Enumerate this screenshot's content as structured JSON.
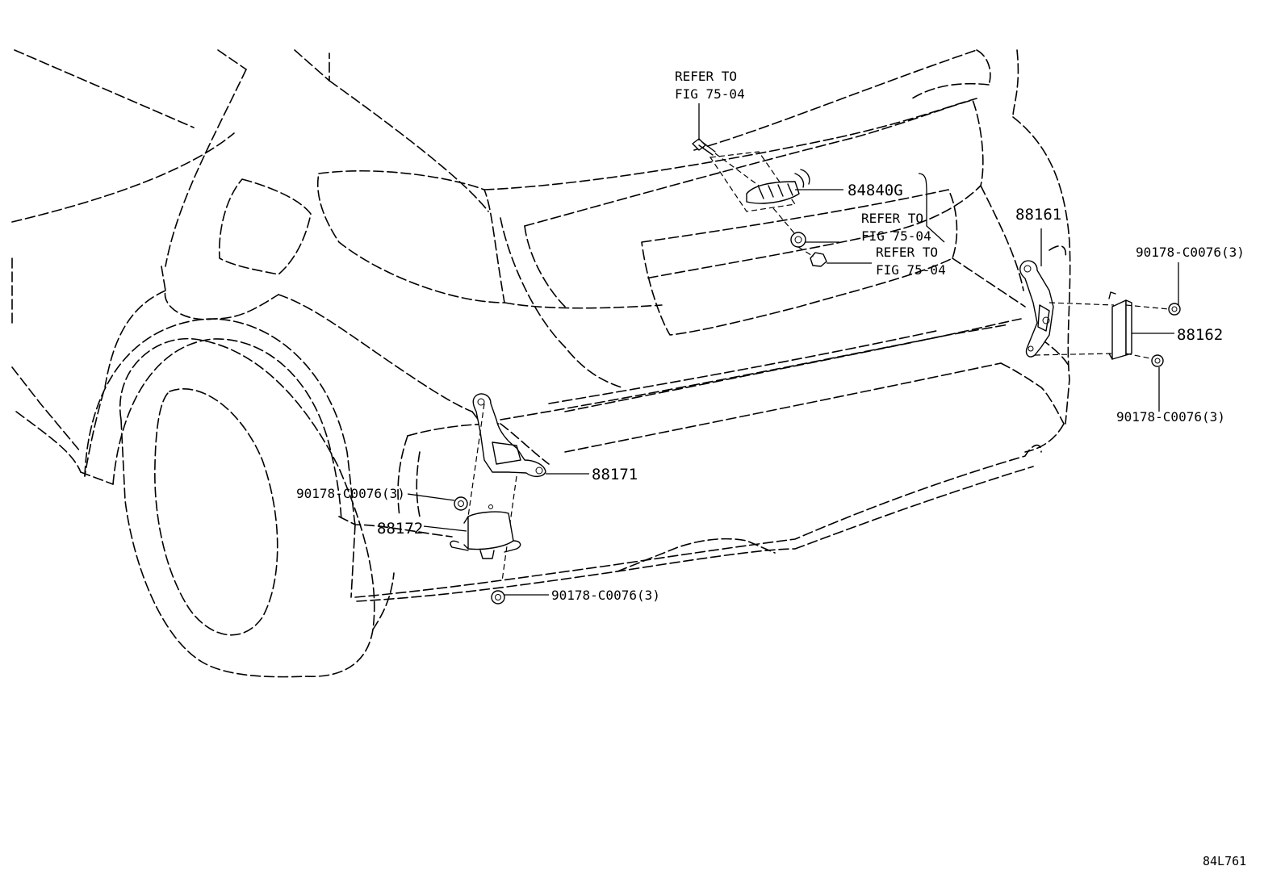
{
  "callouts": {
    "refer_top": [
      "REFER TO",
      "FIG 75-04"
    ],
    "part_84840G": "84840G",
    "refer_mid": [
      "REFER TO",
      "FIG 75-04"
    ],
    "refer_low": [
      "REFER TO",
      "FIG 75-04"
    ],
    "part_88161": "88161",
    "bolt_right_top": "90178-C0076(3)",
    "part_88162": "88162",
    "bolt_right_bottom": "90178-C0076(3)",
    "part_88171": "88171",
    "bolt_left_top": "90178-C0076(3)",
    "part_88172": "88172",
    "bolt_left_bottom": "90178-C0076(3)"
  },
  "figure_code": "84L761"
}
